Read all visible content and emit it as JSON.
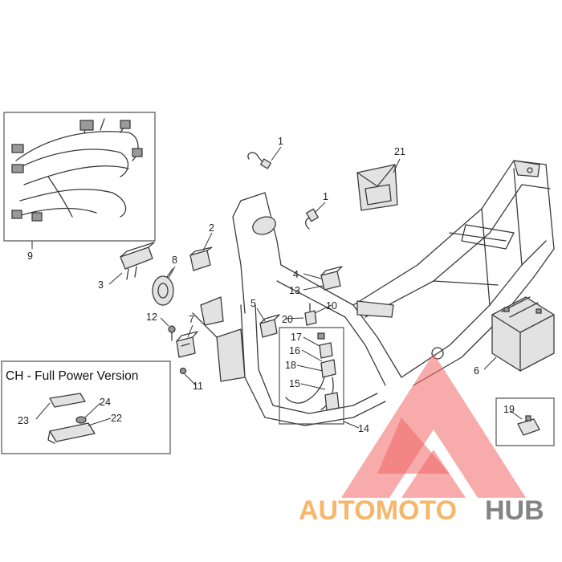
{
  "diagram": {
    "callouts": [
      "1",
      "1",
      "2",
      "3",
      "4",
      "5",
      "6",
      "7",
      "8",
      "9",
      "10",
      "11",
      "12",
      "13",
      "14",
      "15",
      "16",
      "17",
      "18",
      "19",
      "20",
      "21",
      "22",
      "23",
      "24"
    ],
    "inset": {
      "title": "CH - Full Power Version",
      "callouts": [
        "22",
        "23",
        "24"
      ]
    }
  },
  "watermark": {
    "word_a": "AUTOMOTO",
    "word_b": "HUB",
    "colors": {
      "triangle": "#f06666",
      "word_a": "#f4b05a",
      "word_b": "#777777"
    }
  }
}
